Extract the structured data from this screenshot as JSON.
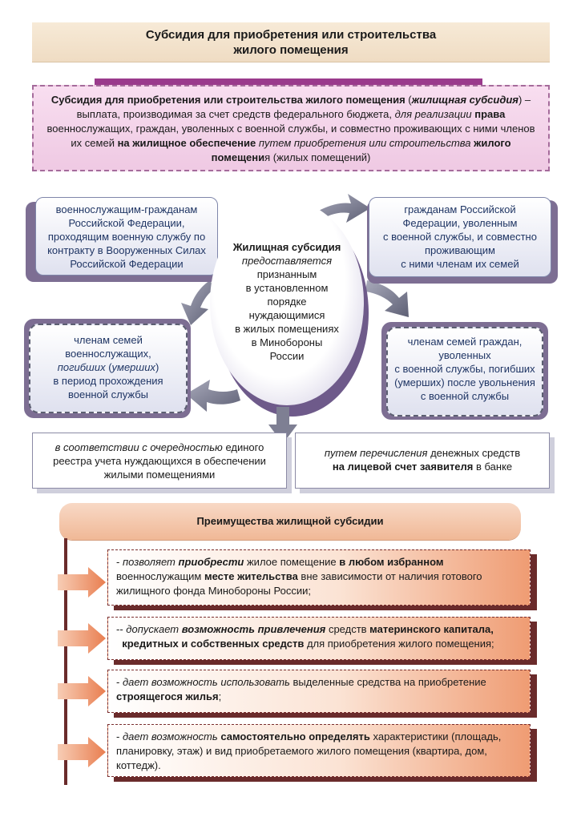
{
  "title": {
    "line1": "Субсидия для приобретения или строительства",
    "line2": "жилого помещения"
  },
  "definition": {
    "b1": "Субсидия для приобретения или строительства жилого помещения",
    "t1": " (",
    "i1": "жилищная субсидия",
    "t2": ") – выплата, производимая за счет средств федерального бюджета, ",
    "i2": "для реализации",
    "t3": " ",
    "b2": "права",
    "t4": " военнослужащих, граждан, уволенных с военной службы, и совместно проживающих с ними членов их семей ",
    "b3": "на жилищное обеспечение",
    "t5": " ",
    "i3": "путем приобретения или строительства",
    "t6": " ",
    "b4": "жилого помещени",
    "t7": "я (жилых помещений)"
  },
  "center": {
    "title": "Жилищная субсидия",
    "verb": "предоставляется",
    "lines": [
      "признанным",
      "в установленном",
      "порядке",
      "нуждающимися",
      "в жилых помещениях",
      "в Минобороны",
      "России"
    ]
  },
  "recipients": {
    "top_left": [
      "военнослужащим-гражданам",
      "Российской Федерации,",
      "проходящим военную службу по",
      "контракту в Вооруженных Силах",
      "Российской Федерации"
    ],
    "top_right": [
      "гражданам Российской",
      "Федерации, уволенным",
      "с военной службы, и совместно",
      "проживающим",
      "с ними членам их семей"
    ],
    "bottom_left": {
      "l1": "членам семей",
      "l2": "военнослужащих,",
      "l3a": "погибших",
      "l3b": " (",
      "l3c": "умерших",
      "l3d": ")",
      "l4": "в период прохождения",
      "l5": "военной службы"
    },
    "bottom_right": [
      "членам семей граждан,",
      "уволенных",
      "с военной службы, погибших",
      "(умерших) после увольнения",
      "с военной службы"
    ]
  },
  "methods": {
    "left_i": "в соответствии с очередностью",
    "left_t": " единого реестра учета нуждающихся в обеспечении жилыми помещениями",
    "right_i": "путем перечисления",
    "right_t": " денежных средств",
    "right_b": "на лицевой счет заявителя",
    "right_t2": " в банке"
  },
  "advantages": {
    "header": "Преимущества жилищной субсидии",
    "a1": {
      "p1": "- ",
      "i1": "позволяет",
      "p2": " ",
      "bi1": "приобрести",
      "p3": " жилое помещение ",
      "b1": "в любом избранном",
      "p4": " военнослужащим ",
      "b2": "месте жительства",
      "p5": " вне зависимости от наличия готового жилищного фонда Минобороны России;"
    },
    "a2": {
      "p1": "-- ",
      "i1": "допускает",
      "p2": " ",
      "bi1": "возможность привлечения",
      "p3": " средств ",
      "b1": "материнского капитала,",
      "b2": "кредитных и собственных средств",
      "p4": " для приобретения жилого помещения;"
    },
    "a3": {
      "p1": "- ",
      "i1": "дает возможность",
      "p2": " ",
      "i2": "использовать",
      "p3": " выделенные средства на приобретение ",
      "b1": "строящегося жилья",
      "p4": ";"
    },
    "a4": {
      "p1": "- ",
      "i1": "дает возможность",
      "p2": " ",
      "b1": "самостоятельно определять",
      "p3": " характеристики (площадь, планировку, этаж) и вид приобретаемого жилого помещения (квартира, дом, коттедж)."
    }
  }
}
